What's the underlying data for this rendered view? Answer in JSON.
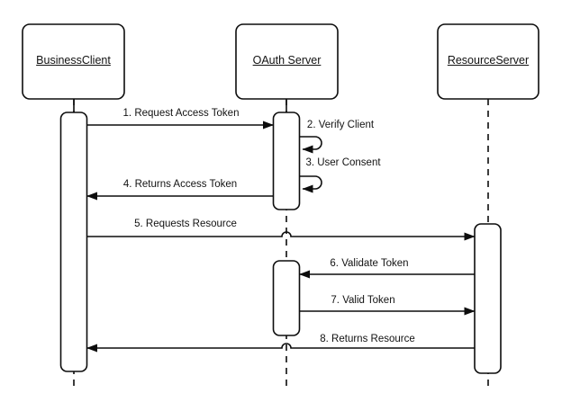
{
  "diagram": {
    "type": "uml-sequence",
    "colors": {
      "stroke": "#0d0d0d",
      "background": "#ffffff"
    },
    "actors": [
      {
        "name": "BusinessClient"
      },
      {
        "name": "OAuth Server"
      },
      {
        "name": "ResourceServer"
      }
    ],
    "messages": [
      {
        "label": "1. Request Access Token",
        "from": "BusinessClient",
        "to": "OAuth Server",
        "kind": "arrow"
      },
      {
        "label": "2. Verify Client",
        "from": "OAuth Server",
        "to": "OAuth Server",
        "kind": "self-loop"
      },
      {
        "label": "3. User Consent",
        "from": "OAuth Server",
        "to": "OAuth Server",
        "kind": "self-loop"
      },
      {
        "label": "4. Returns Access Token",
        "from": "OAuth Server",
        "to": "BusinessClient",
        "kind": "arrow"
      },
      {
        "label": "5. Requests Resource",
        "from": "BusinessClient",
        "to": "ResourceServer",
        "kind": "arrow"
      },
      {
        "label": "6. Validate Token",
        "from": "ResourceServer",
        "to": "OAuth Server",
        "kind": "arrow"
      },
      {
        "label": "7. Valid Token",
        "from": "OAuth Server",
        "to": "ResourceServer",
        "kind": "arrow"
      },
      {
        "label": "8. Returns Resource",
        "from": "ResourceServer",
        "to": "BusinessClient",
        "kind": "arrow"
      }
    ]
  }
}
